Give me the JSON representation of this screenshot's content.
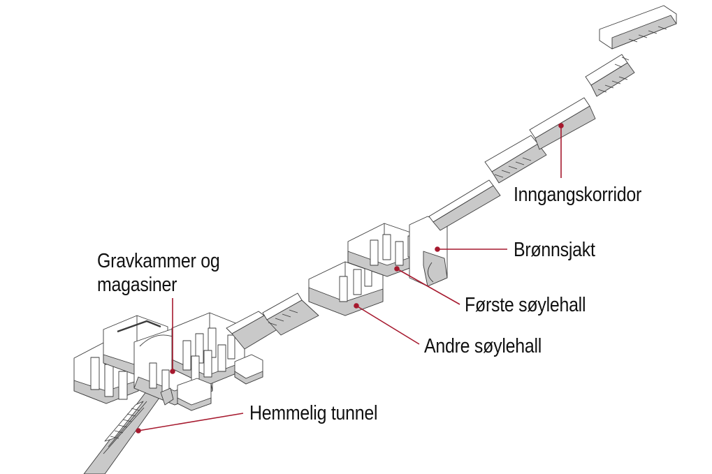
{
  "labels": {
    "gravkammer_line1": "Gravkammer og",
    "gravkammer_line2": "magasiner",
    "inngangskorridor": "Inngangskorridor",
    "bronnsjakt": "Brønnsjakt",
    "forste_soylehall": "Første søylehall",
    "andre_soylehall": "Andre søylehall",
    "hemmelig_tunnel": "Hemmelig tunnel"
  },
  "colors": {
    "leader": "#a6192e",
    "floor": "#c9c9c9",
    "wall": "#ffffff",
    "outline": "#3a3a3a",
    "text": "#111111"
  }
}
